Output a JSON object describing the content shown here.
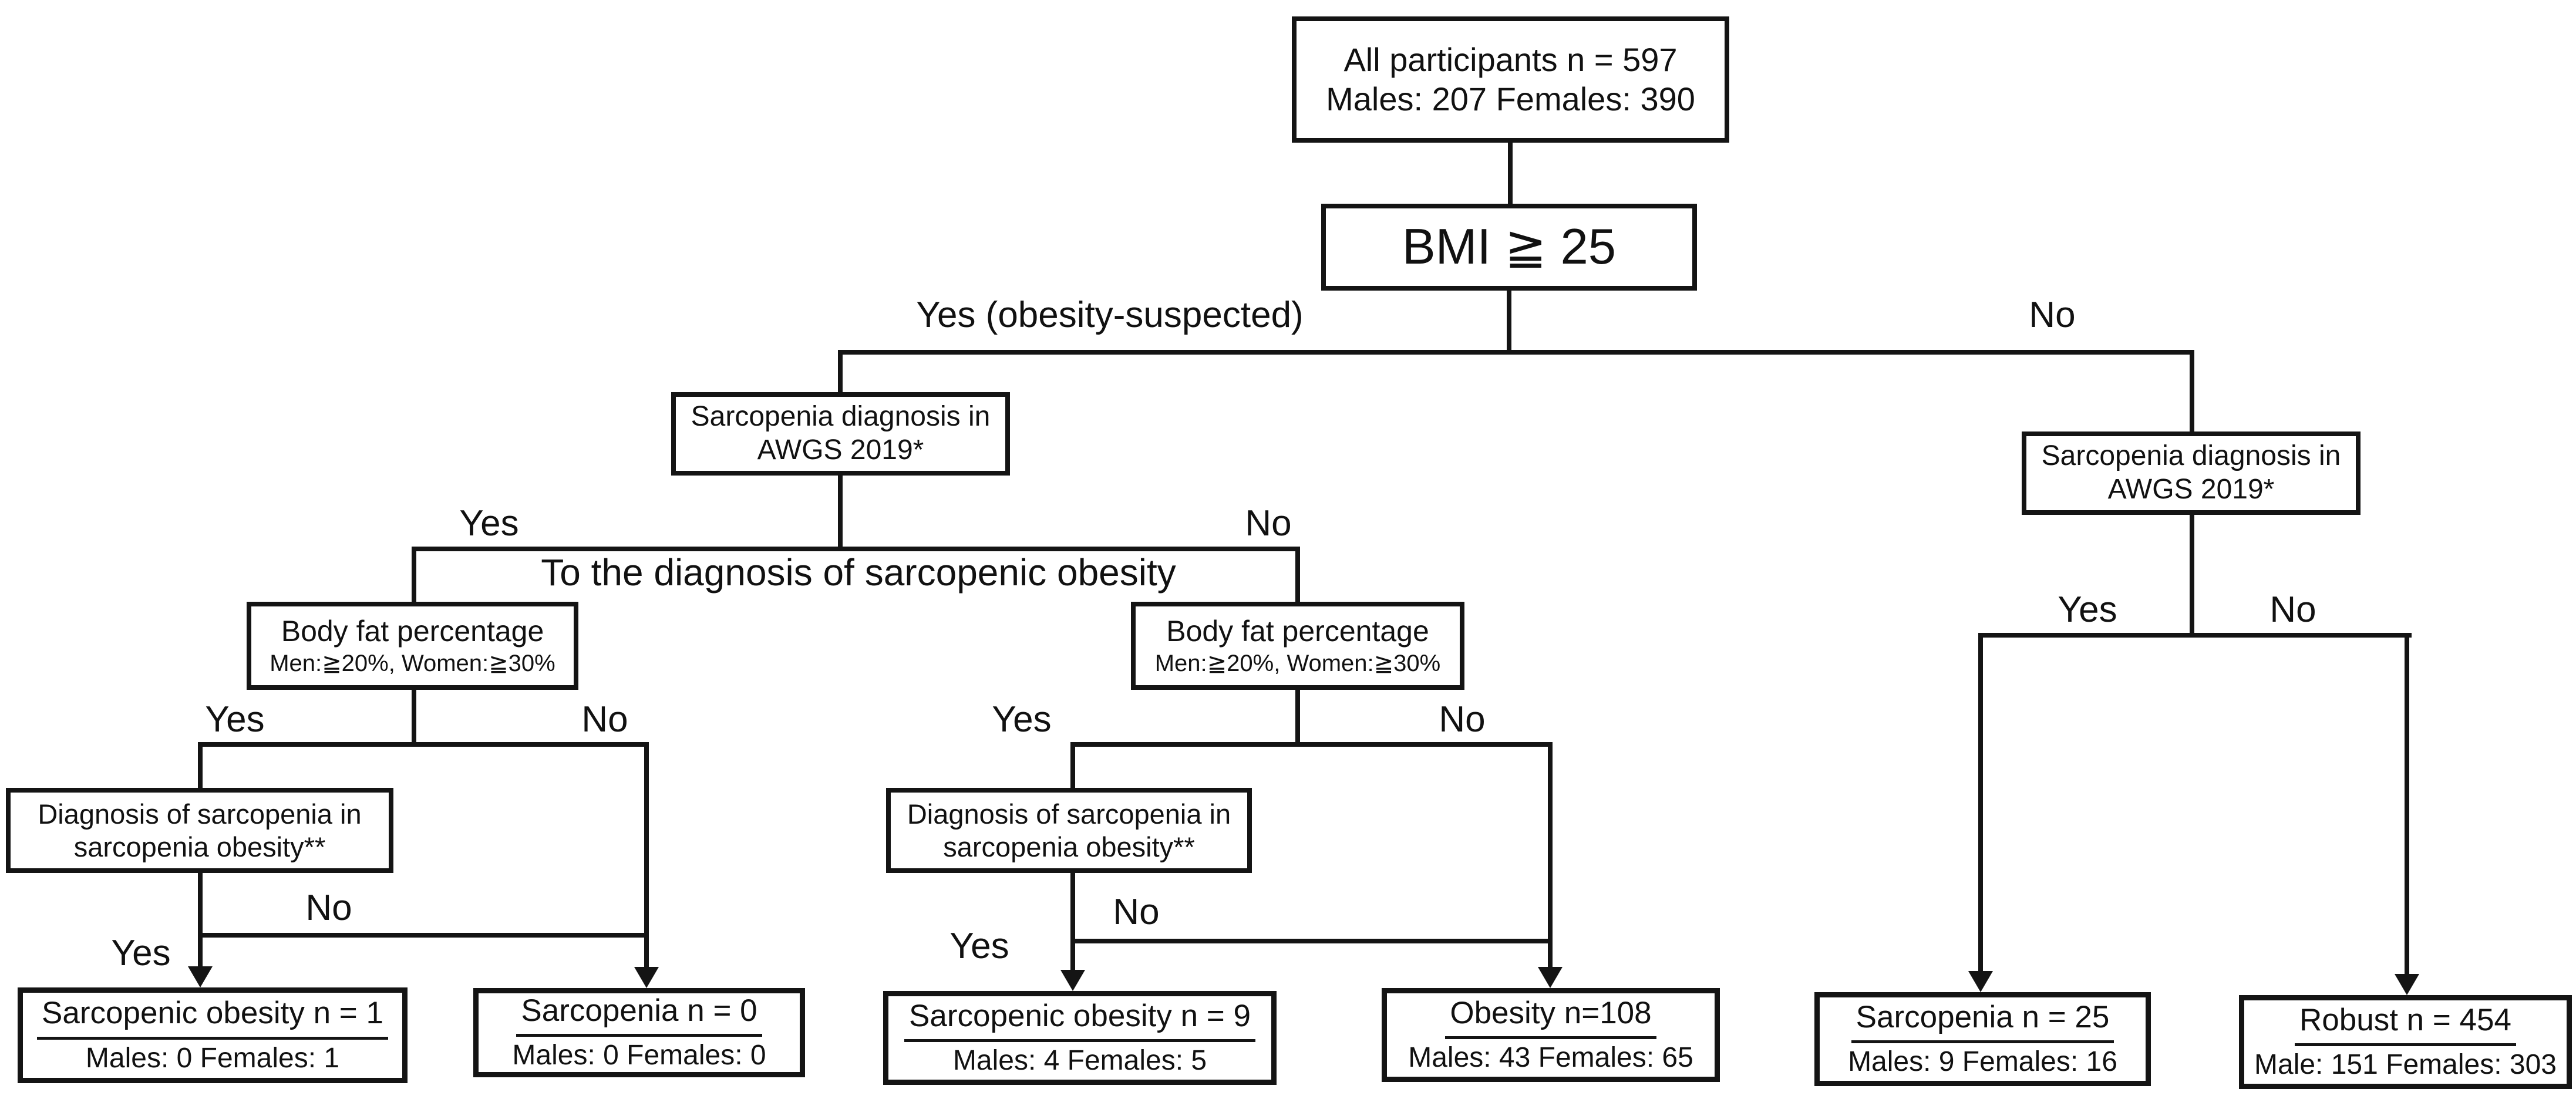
{
  "diagram": {
    "background": "#ffffff",
    "line_color": "#141414",
    "text_color": "#111111"
  },
  "nodes": {
    "all_participants": {
      "line1": "All participants n = 597",
      "line2": "Males: 207 Females: 390"
    },
    "bmi": {
      "label": "BMI ≧ 25"
    },
    "awgs_left": {
      "line1": "Sarcopenia diagnosis in",
      "line2": "AWGS 2019*"
    },
    "awgs_right": {
      "line1": "Sarcopenia diagnosis in",
      "line2": "AWGS 2019*"
    },
    "bodyfat_left": {
      "line1": "Body fat percentage",
      "line2": "Men:≧20%, Women:≧30%"
    },
    "bodyfat_middle": {
      "line1": "Body fat percentage",
      "line2": "Men:≧20%, Women:≧30%"
    },
    "sarco_diag_left": {
      "line1": "Diagnosis of sarcopenia in",
      "line2": "sarcopenia obesity**"
    },
    "sarco_diag_middle": {
      "line1": "Diagnosis of sarcopenia in",
      "line2": "sarcopenia obesity**"
    },
    "outcome_sarcopenic_obesity_left": {
      "title": "Sarcopenic obesity n = 1",
      "subtitle": "Males: 0 Females: 1"
    },
    "outcome_sarcopenia_left": {
      "title": "Sarcopenia n = 0",
      "subtitle": "Males: 0 Females: 0"
    },
    "outcome_sarcopenic_obesity_mid": {
      "title": "Sarcopenic obesity n = 9",
      "subtitle": "Males: 4 Females: 5"
    },
    "outcome_obesity": {
      "title": "Obesity n=108",
      "subtitle": "Males: 43 Females: 65"
    },
    "outcome_sarcopenia_right": {
      "title": "Sarcopenia n = 25",
      "subtitle": "Males: 9 Females: 16"
    },
    "outcome_robust": {
      "title": "Robust n = 454",
      "subtitle": "Male: 151 Females: 303"
    }
  },
  "labels": {
    "bmi_yes": "Yes (obesity-suspected)",
    "bmi_no": "No",
    "awgs_left_yes": "Yes",
    "awgs_left_no": "No",
    "to_diagnosis_note": "To the diagnosis of sarcopenic obesity",
    "bodyfat_left_yes": "Yes",
    "bodyfat_left_no": "No",
    "bodyfat_middle_yes": "Yes",
    "bodyfat_middle_no": "No",
    "sarco_diag_left_yes": "Yes",
    "sarco_diag_left_no": "No",
    "sarco_diag_middle_yes": "Yes",
    "sarco_diag_middle_no": "No",
    "awgs_right_yes": "Yes",
    "awgs_right_no": "No"
  }
}
